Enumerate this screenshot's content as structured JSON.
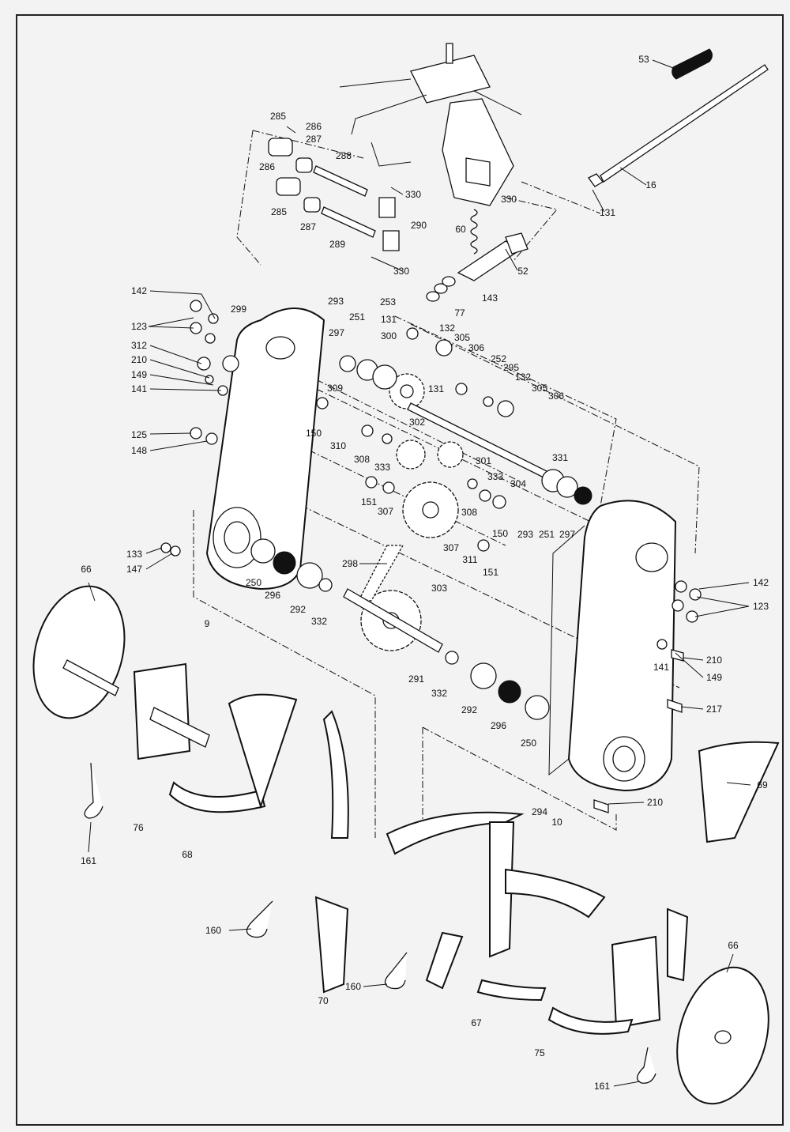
{
  "diagram": {
    "callouts": [
      {
        "id": "c-53",
        "text": "53"
      },
      {
        "id": "c-285a",
        "text": "285"
      },
      {
        "id": "c-286a",
        "text": "286"
      },
      {
        "id": "c-287a",
        "text": "287"
      },
      {
        "id": "c-288",
        "text": "288"
      },
      {
        "id": "c-286b",
        "text": "286"
      },
      {
        "id": "c-330a",
        "text": "330"
      },
      {
        "id": "c-16",
        "text": "16"
      },
      {
        "id": "c-285b",
        "text": "285"
      },
      {
        "id": "c-287b",
        "text": "287"
      },
      {
        "id": "c-290",
        "text": "290"
      },
      {
        "id": "c-330b",
        "text": "330"
      },
      {
        "id": "c-131a",
        "text": "131"
      },
      {
        "id": "c-289",
        "text": "289"
      },
      {
        "id": "c-60",
        "text": "60"
      },
      {
        "id": "c-330c",
        "text": "330"
      },
      {
        "id": "c-52",
        "text": "52"
      },
      {
        "id": "c-142a",
        "text": "142"
      },
      {
        "id": "c-143",
        "text": "143"
      },
      {
        "id": "c-293a",
        "text": "293"
      },
      {
        "id": "c-253",
        "text": "253"
      },
      {
        "id": "c-299",
        "text": "299"
      },
      {
        "id": "c-77",
        "text": "77"
      },
      {
        "id": "c-251a",
        "text": "251"
      },
      {
        "id": "c-131b",
        "text": "131"
      },
      {
        "id": "c-123a",
        "text": "123"
      },
      {
        "id": "c-132a",
        "text": "132"
      },
      {
        "id": "c-297a",
        "text": "297"
      },
      {
        "id": "c-300",
        "text": "300"
      },
      {
        "id": "c-305a",
        "text": "305"
      },
      {
        "id": "c-312",
        "text": "312"
      },
      {
        "id": "c-306a",
        "text": "306"
      },
      {
        "id": "c-252",
        "text": "252"
      },
      {
        "id": "c-210a",
        "text": "210"
      },
      {
        "id": "c-295",
        "text": "295"
      },
      {
        "id": "c-149a",
        "text": "149"
      },
      {
        "id": "c-132b",
        "text": "132"
      },
      {
        "id": "c-131c",
        "text": "131"
      },
      {
        "id": "c-305b",
        "text": "305"
      },
      {
        "id": "c-141a",
        "text": "141"
      },
      {
        "id": "c-309",
        "text": "309"
      },
      {
        "id": "c-306b",
        "text": "306"
      },
      {
        "id": "c-150a",
        "text": "150"
      },
      {
        "id": "c-302",
        "text": "302"
      },
      {
        "id": "c-310",
        "text": "310"
      },
      {
        "id": "c-125",
        "text": "125"
      },
      {
        "id": "c-331",
        "text": "331"
      },
      {
        "id": "c-148",
        "text": "148"
      },
      {
        "id": "c-308a",
        "text": "308"
      },
      {
        "id": "c-301",
        "text": "301"
      },
      {
        "id": "c-333a",
        "text": "333"
      },
      {
        "id": "c-333b",
        "text": "333"
      },
      {
        "id": "c-304",
        "text": "304"
      },
      {
        "id": "c-151a",
        "text": "151"
      },
      {
        "id": "c-307a",
        "text": "307"
      },
      {
        "id": "c-308b",
        "text": "308"
      },
      {
        "id": "c-150b",
        "text": "150"
      },
      {
        "id": "c-293b",
        "text": "293"
      },
      {
        "id": "c-251b",
        "text": "251"
      },
      {
        "id": "c-297b",
        "text": "297"
      },
      {
        "id": "c-307b",
        "text": "307"
      },
      {
        "id": "c-133",
        "text": "133"
      },
      {
        "id": "c-311",
        "text": "311"
      },
      {
        "id": "c-147",
        "text": "147"
      },
      {
        "id": "c-151b",
        "text": "151"
      },
      {
        "id": "c-298",
        "text": "298"
      },
      {
        "id": "c-66a",
        "text": "66"
      },
      {
        "id": "c-250a",
        "text": "250"
      },
      {
        "id": "c-303",
        "text": "303"
      },
      {
        "id": "c-142b",
        "text": "142"
      },
      {
        "id": "c-296a",
        "text": "296"
      },
      {
        "id": "c-292a",
        "text": "292"
      },
      {
        "id": "c-123b",
        "text": "123"
      },
      {
        "id": "c-332a",
        "text": "332"
      },
      {
        "id": "c-9",
        "text": "9"
      },
      {
        "id": "c-210b",
        "text": "210"
      },
      {
        "id": "c-141b",
        "text": "141"
      },
      {
        "id": "c-149b",
        "text": "149"
      },
      {
        "id": "c-291",
        "text": "291"
      },
      {
        "id": "c-332b",
        "text": "332"
      },
      {
        "id": "c-217",
        "text": "217"
      },
      {
        "id": "c-292b",
        "text": "292"
      },
      {
        "id": "c-296b",
        "text": "296"
      },
      {
        "id": "c-250b",
        "text": "250"
      },
      {
        "id": "c-69",
        "text": "69"
      },
      {
        "id": "c-210c",
        "text": "210"
      },
      {
        "id": "c-294",
        "text": "294"
      },
      {
        "id": "c-10",
        "text": "10"
      },
      {
        "id": "c-76",
        "text": "76"
      },
      {
        "id": "c-161a",
        "text": "161"
      },
      {
        "id": "c-68",
        "text": "68"
      },
      {
        "id": "c-160a",
        "text": "160"
      },
      {
        "id": "c-70",
        "text": "70"
      },
      {
        "id": "c-160b",
        "text": "160"
      },
      {
        "id": "c-67",
        "text": "67"
      },
      {
        "id": "c-66b",
        "text": "66"
      },
      {
        "id": "c-75",
        "text": "75"
      },
      {
        "id": "c-161b",
        "text": "161"
      }
    ]
  }
}
